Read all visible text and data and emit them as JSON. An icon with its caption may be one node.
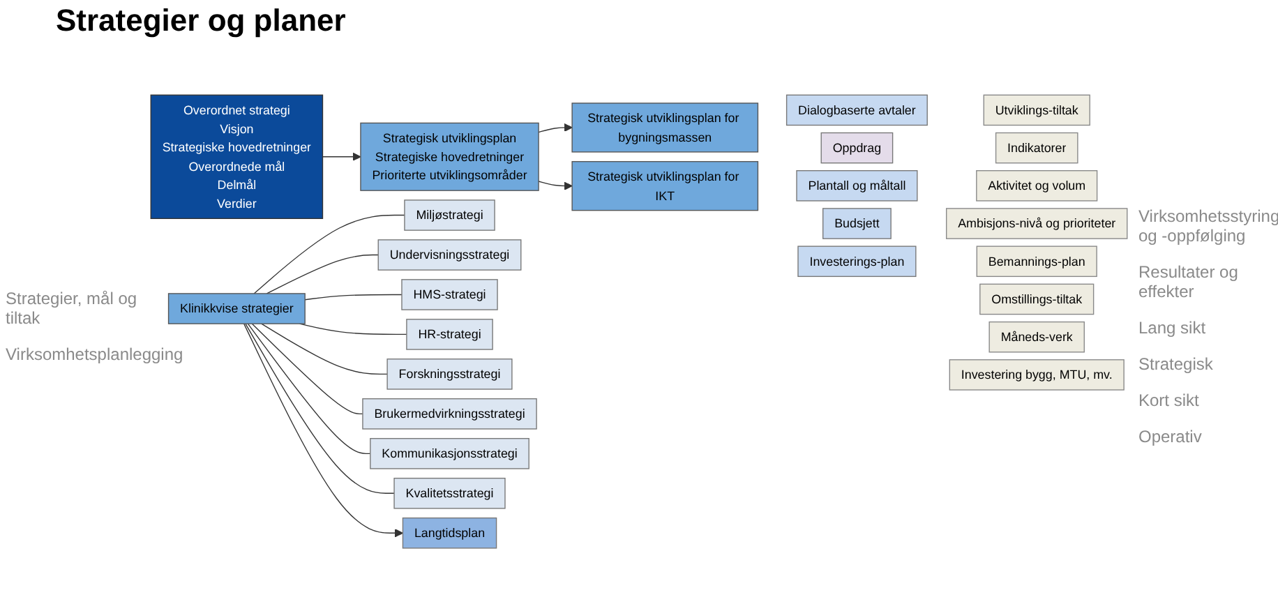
{
  "diagram": {
    "title": "Strategier og planer",
    "nodes": [
      {
        "text": [
          "Overordnet strategi",
          "Visjon",
          "Strategiske hovedretninger",
          "Overordnede mål",
          "Delmål",
          "Verdier"
        ]
      },
      {
        "text": [
          "Strategisk utviklingsplan",
          "Strategiske hovedretninger",
          "Prioriterte utviklingsområder"
        ]
      },
      {
        "text": [
          "Klinikkvise strategier"
        ]
      },
      {
        "text": [
          "Strategisk utviklingsplan for bygningsmassen"
        ]
      },
      {
        "text": [
          "Strategisk utviklingsplan for IKT"
        ]
      },
      {
        "text": [
          "Miljøstrategi"
        ]
      },
      {
        "text": [
          "Undervisningsstrategi"
        ]
      },
      {
        "text": [
          "HMS-strategi"
        ]
      },
      {
        "text": [
          "HR-strategi"
        ]
      },
      {
        "text": [
          "Forskningsstrategi"
        ]
      },
      {
        "text": [
          "Brukermedvirkningsstrategi"
        ]
      },
      {
        "text": [
          "Kommunikasjonsstrategi"
        ]
      },
      {
        "text": [
          "Kvalitetsstrategi"
        ]
      },
      {
        "text": [
          "Langtidsplan"
        ]
      },
      {
        "text": [
          "Dialogbaserte avtaler"
        ]
      },
      {
        "text": [
          "Oppdrag"
        ]
      },
      {
        "text": [
          "Plantall og måltall"
        ]
      },
      {
        "text": [
          "Budsjett"
        ]
      },
      {
        "text": [
          "Investerings-plan"
        ]
      },
      {
        "text": [
          "Utviklings-tiltak"
        ]
      },
      {
        "text": [
          "Indikatorer"
        ]
      },
      {
        "text": [
          "Aktivitet og volum"
        ]
      },
      {
        "text": [
          "Ambisjons-nivå og prioriteter"
        ]
      },
      {
        "text": [
          "Bemannings-plan"
        ]
      },
      {
        "text": [
          "Omstillings-tiltak"
        ]
      },
      {
        "text": [
          "Måneds-verk"
        ]
      },
      {
        "text": [
          "Investering bygg, MTU, mv."
        ]
      }
    ],
    "edges": [
      {
        "from": 0,
        "to": 1,
        "arrow": "to"
      },
      {
        "from": 1,
        "to": 3,
        "arrow": "to"
      },
      {
        "from": 1,
        "to": 4,
        "arrow": "to"
      },
      {
        "from": 2,
        "to": 5,
        "arrow": "none"
      },
      {
        "from": 2,
        "to": 6,
        "arrow": "none"
      },
      {
        "from": 2,
        "to": 7,
        "arrow": "none"
      },
      {
        "from": 2,
        "to": 8,
        "arrow": "none"
      },
      {
        "from": 2,
        "to": 9,
        "arrow": "none"
      },
      {
        "from": 2,
        "to": 10,
        "arrow": "none"
      },
      {
        "from": 2,
        "to": 11,
        "arrow": "none"
      },
      {
        "from": 2,
        "to": 12,
        "arrow": "none"
      },
      {
        "from": 2,
        "to": 13,
        "arrow": "to"
      }
    ],
    "labels": [
      "Strategier, mål og tiltak",
      "Virksomhetsplanlegging",
      "Virksomhetsstyring og -oppfølging",
      "Resultater og effekter",
      "Lang sikt",
      "Strategisk",
      "Kort sikt",
      "Operativ"
    ]
  }
}
